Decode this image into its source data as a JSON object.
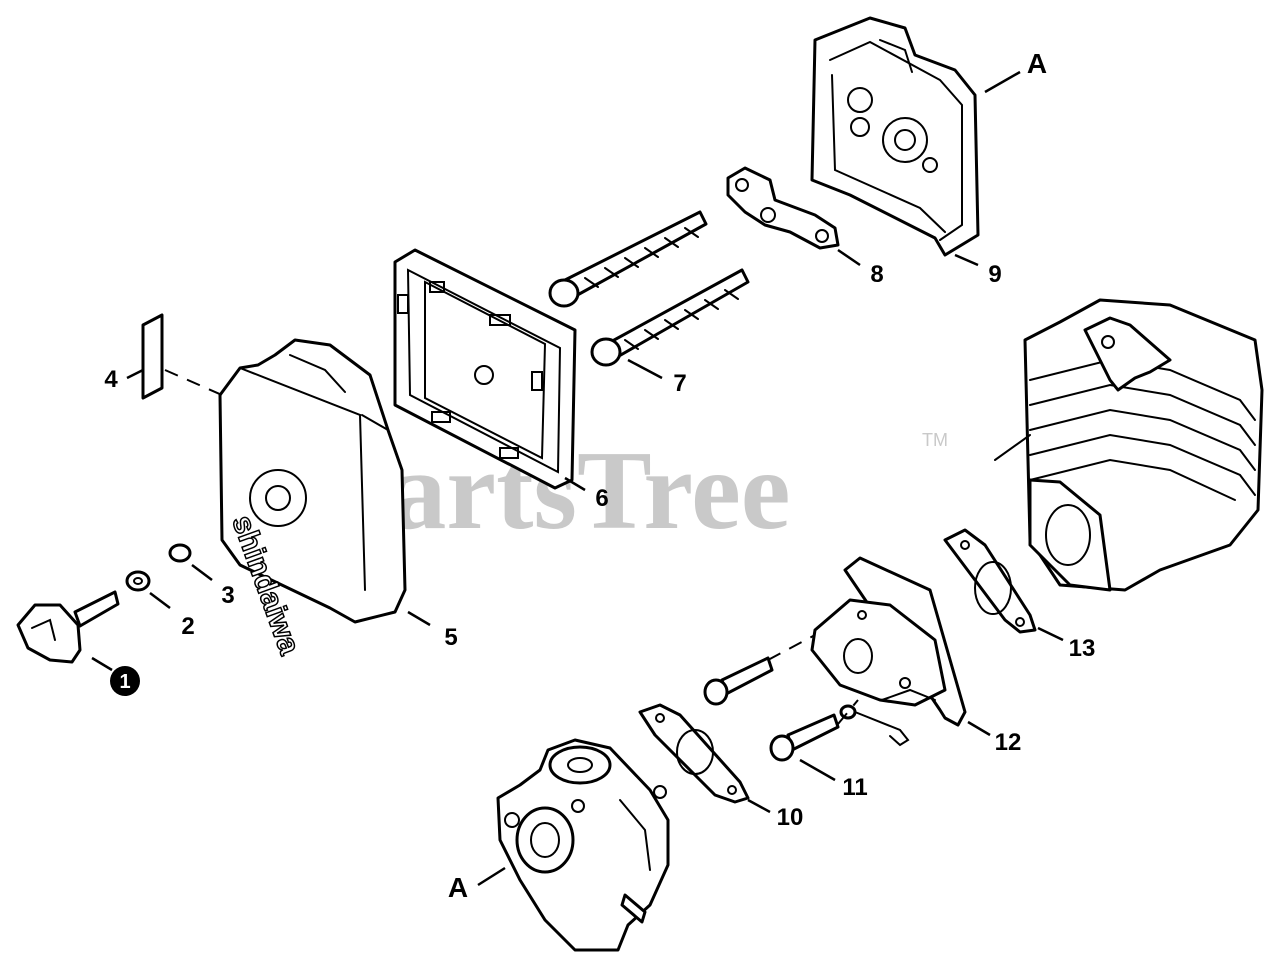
{
  "watermark": {
    "text": "PartsTree",
    "trademark": "TM"
  },
  "brand_on_cover": "shindaiwa",
  "callouts": [
    {
      "id": "1",
      "label": "1",
      "highlighted": true
    },
    {
      "id": "2",
      "label": "2"
    },
    {
      "id": "3",
      "label": "3"
    },
    {
      "id": "4",
      "label": "4"
    },
    {
      "id": "5",
      "label": "5"
    },
    {
      "id": "6",
      "label": "6"
    },
    {
      "id": "7",
      "label": "7"
    },
    {
      "id": "8",
      "label": "8"
    },
    {
      "id": "9",
      "label": "9"
    },
    {
      "id": "10",
      "label": "10"
    },
    {
      "id": "11",
      "label": "11"
    },
    {
      "id": "12",
      "label": "12"
    },
    {
      "id": "13",
      "label": "13"
    },
    {
      "id": "A_top",
      "label": "A"
    },
    {
      "id": "A_bottom",
      "label": "A"
    }
  ],
  "colors": {
    "line": "#000000",
    "watermark": "#c9c9c9",
    "background": "#ffffff"
  }
}
